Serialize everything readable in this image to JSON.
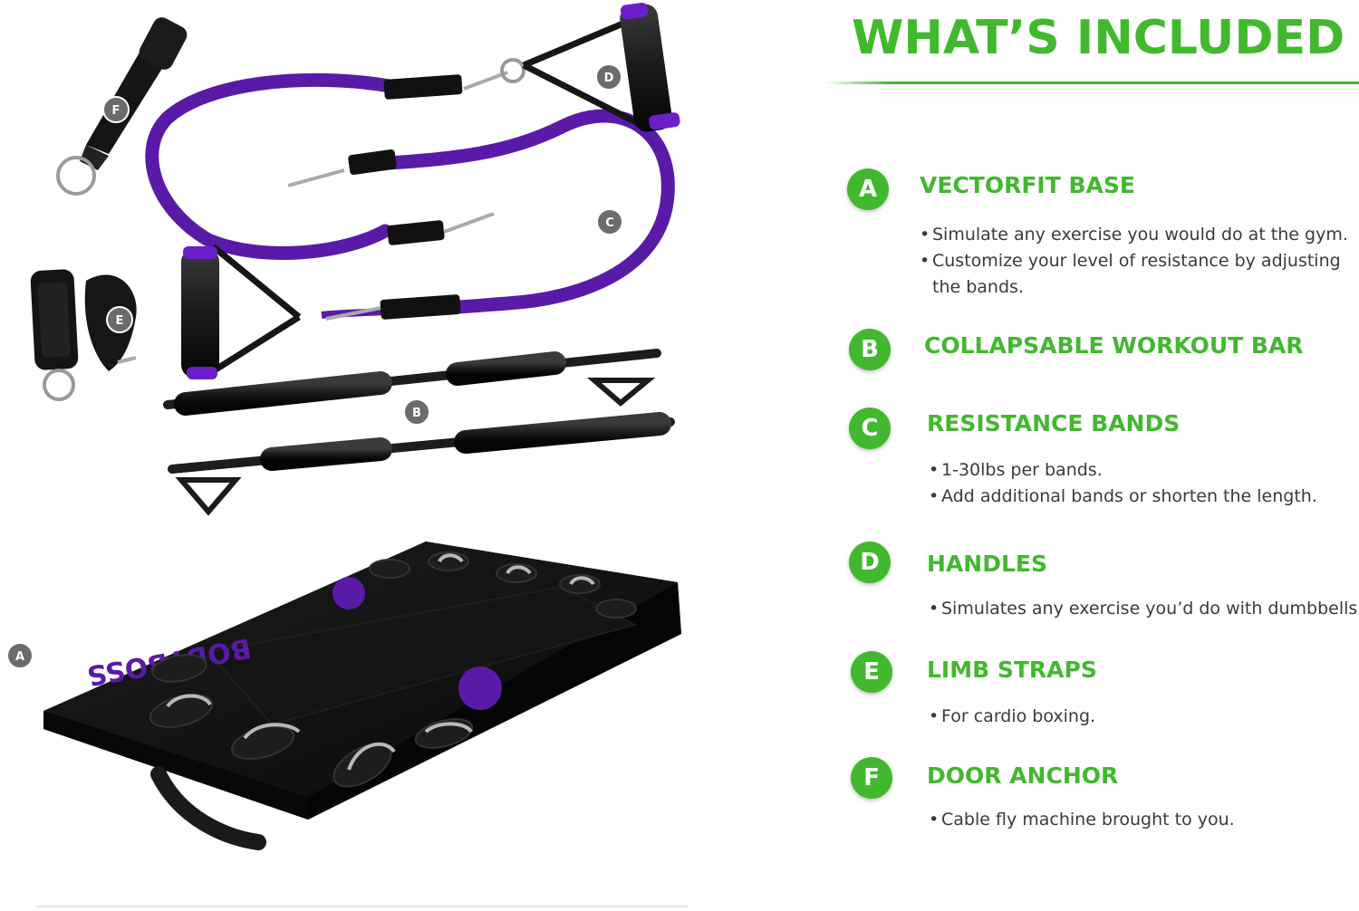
{
  "title": "WHAT’S INCLUDED",
  "items": [
    {
      "letter": "A",
      "heading": "VECTORFIT BASE",
      "bullets": [
        "Simulate any exercise you would do at the gym.",
        "Customize your level of resistance by adjusting the bands."
      ]
    },
    {
      "letter": "B",
      "heading": "COLLAPSABLE WORKOUT BAR",
      "bullets": []
    },
    {
      "letter": "C",
      "heading": "RESISTANCE BANDS",
      "bullets": [
        "1-30lbs per bands.",
        "Add additional bands or shorten the length."
      ]
    },
    {
      "letter": "D",
      "heading": "HANDLES",
      "bullets": [
        "Simulates any exercise you’d do with dumbbells."
      ]
    },
    {
      "letter": "E",
      "heading": "LIMB STRAPS",
      "bullets": [
        "For cardio boxing."
      ]
    },
    {
      "letter": "F",
      "heading": "DOOR ANCHOR",
      "bullets": [
        "Cable fly machine brought to you."
      ]
    }
  ],
  "photo_labels": {
    "a": "A",
    "b": "B",
    "c": "C",
    "d": "D",
    "e": "E",
    "f": "F"
  },
  "base_logo": "BODYBOSS",
  "colors": {
    "accent_green": "#42b82f",
    "band_purple": "#5a1aa8",
    "product_black": "#111111"
  }
}
